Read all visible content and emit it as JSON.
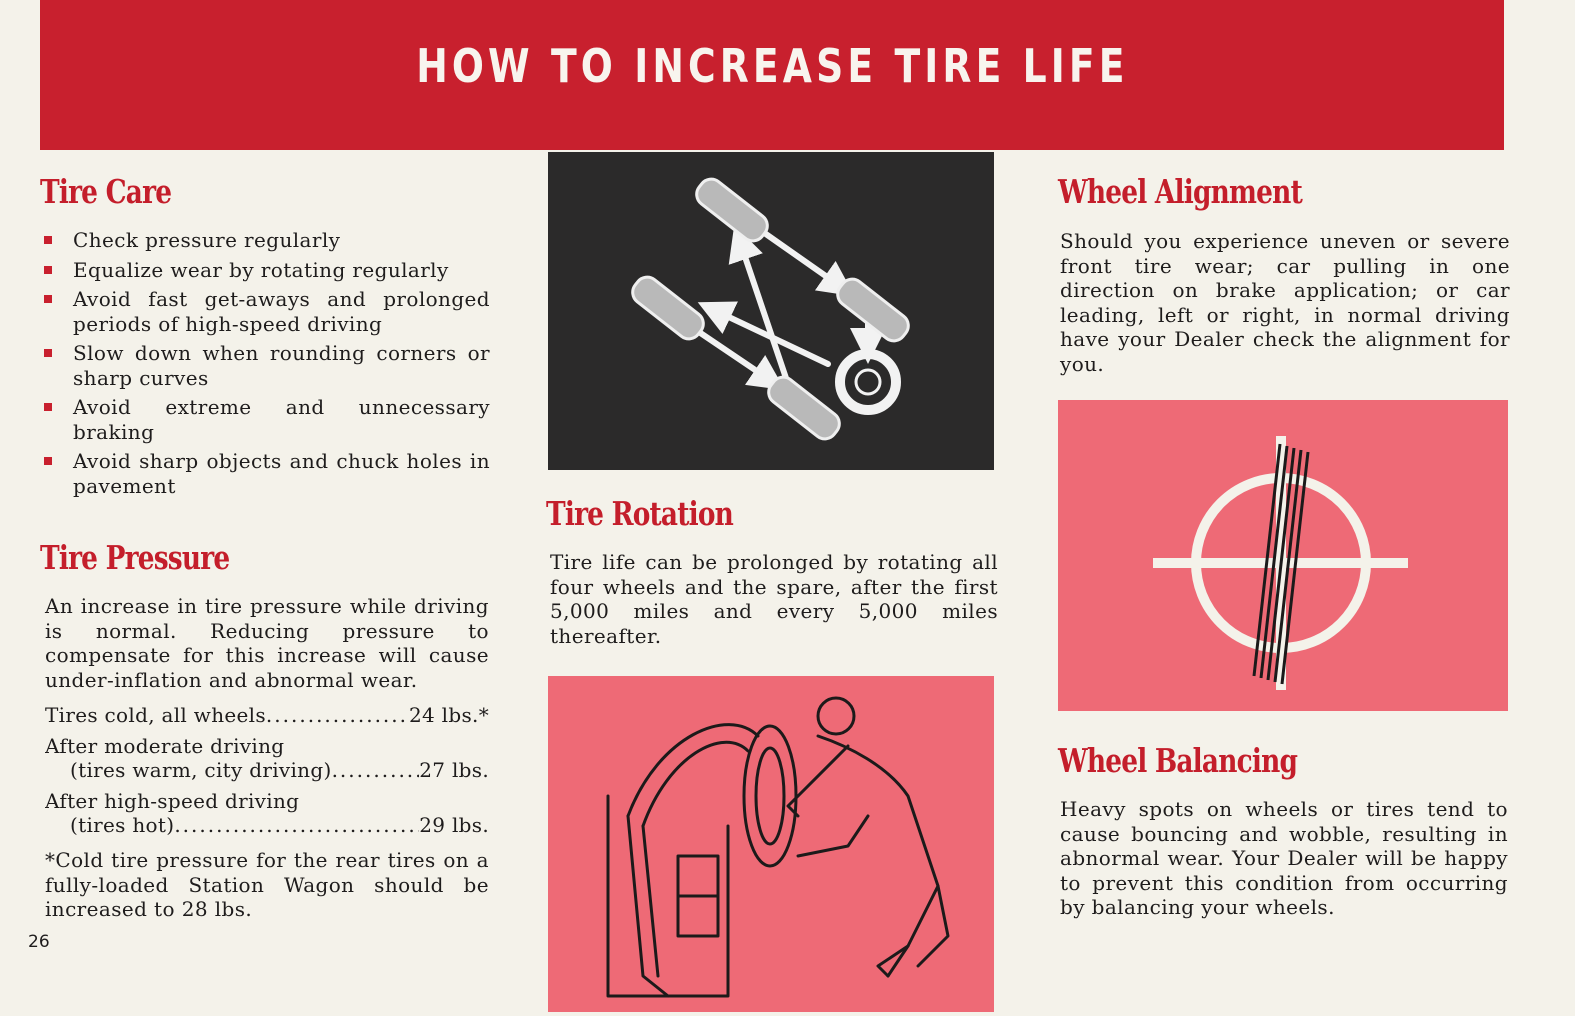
{
  "title": "HOW TO INCREASE TIRE LIFE",
  "page_number": "26",
  "tire_care": {
    "heading": "Tire Care",
    "items": [
      "Check pressure regularly",
      "Equalize wear by rotating regularly",
      "Avoid fast get-aways and prolonged periods of high-speed driving",
      "Slow down when rounding corners or sharp curves",
      "Avoid extreme and unnecessary braking",
      "Avoid sharp objects and chuck holes in pavement"
    ]
  },
  "tire_pressure": {
    "heading": "Tire Pressure",
    "body": "An increase in tire pressure while driving is normal. Reducing pressure to compensate for this increase will cause under-inflation and abnormal wear.",
    "rows": [
      {
        "label": "Tires cold, all wheels",
        "value": "24 lbs.*"
      },
      {
        "label": "After moderate driving",
        "sublabel": "(tires warm, city driving)",
        "value": "27 lbs."
      },
      {
        "label": "After high-speed driving",
        "sublabel": "(tires hot)",
        "value": "29 lbs."
      }
    ],
    "footnote": "*Cold tire pressure for the rear tires on a fully-loaded Station Wagon should be increased to 28 lbs."
  },
  "tire_rotation": {
    "heading": "Tire Rotation",
    "body": "Tire life can be prolonged by rotating all four wheels and the spare, after the first 5,000 miles and every 5,000 miles thereafter."
  },
  "wheel_alignment": {
    "heading": "Wheel Alignment",
    "body": "Should you experience uneven or severe front tire wear; car pulling in one direction on brake application; or car leading, left or right, in normal driving have your Dealer check the alignment for you."
  },
  "wheel_balancing": {
    "heading": "Wheel Balancing",
    "body": "Heavy spots on wheels or tires tend to cause bouncing and wobble, resulting in abnormal wear. Your Dealer will be happy to prevent this condition from occurring by balancing your wheels."
  },
  "colors": {
    "banner_red": "#c8202e",
    "heading_red": "#c41e2b",
    "panel_pink": "#ee6a76",
    "panel_dark": "#2b2a2a",
    "paper": "#f4f2ea"
  }
}
